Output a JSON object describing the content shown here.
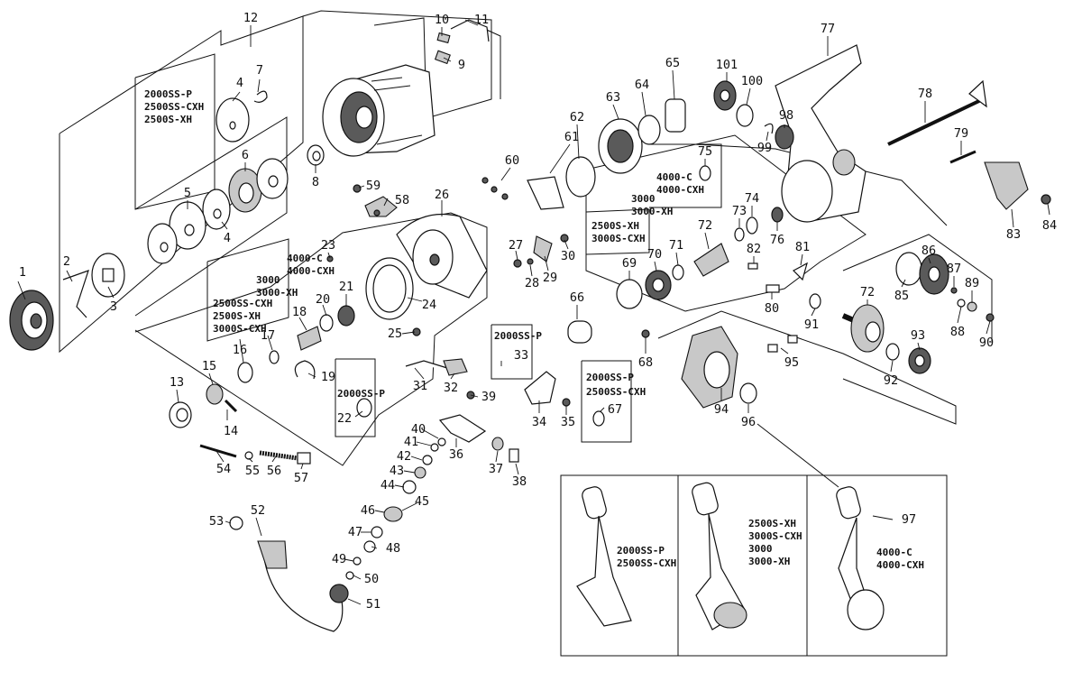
{
  "part_numbers": [
    "1",
    "2",
    "3",
    "4",
    "4",
    "5",
    "6",
    "7",
    "8",
    "9",
    "10",
    "11",
    "12",
    "13",
    "14",
    "15",
    "16",
    "17",
    "18",
    "19",
    "20",
    "21",
    "22",
    "23",
    "24",
    "25",
    "26",
    "27",
    "28",
    "29",
    "30",
    "31",
    "32",
    "33",
    "34",
    "35",
    "36",
    "37",
    "38",
    "39",
    "40",
    "41",
    "42",
    "43",
    "44",
    "45",
    "46",
    "47",
    "48",
    "49",
    "50",
    "51",
    "52",
    "53",
    "54",
    "55",
    "56",
    "57",
    "58",
    "59",
    "60",
    "61",
    "62",
    "63",
    "64",
    "65",
    "66",
    "67",
    "68",
    "69",
    "70",
    "71",
    "72",
    "72",
    "73",
    "74",
    "75",
    "76",
    "77",
    "78",
    "79",
    "80",
    "81",
    "82",
    "83",
    "84",
    "85",
    "86",
    "87",
    "88",
    "89",
    "90",
    "91",
    "92",
    "93",
    "94",
    "95",
    "96",
    "97",
    "98",
    "99",
    "100",
    "101"
  ],
  "variant_notes": {
    "spool_box": [
      "2000SS-P",
      "2500SS-CXH",
      "2500S-XH"
    ],
    "rotor_box": [
      "4000-C",
      "4000-CXH",
      "3000",
      "3000-XH",
      "2500SS-CXH",
      "2500S-XH",
      "3000S-CXH"
    ],
    "part22": [
      "2000SS-P"
    ],
    "part33": [
      "2000SS-P"
    ],
    "part67": [
      "2000SS-P",
      "2500SS-CXH"
    ],
    "part75": [
      "4000-C",
      "4000-CXH"
    ],
    "part72": [
      "3000",
      "3000-XH",
      "2500S-XH",
      "3000S-CXH"
    ],
    "handle_a": [
      "2000SS-P",
      "2500SS-CXH"
    ],
    "handle_b": [
      "2500S-XH",
      "3000S-CXH",
      "3000",
      "3000-XH"
    ],
    "handle_c": [
      "4000-C",
      "4000-CXH"
    ]
  }
}
